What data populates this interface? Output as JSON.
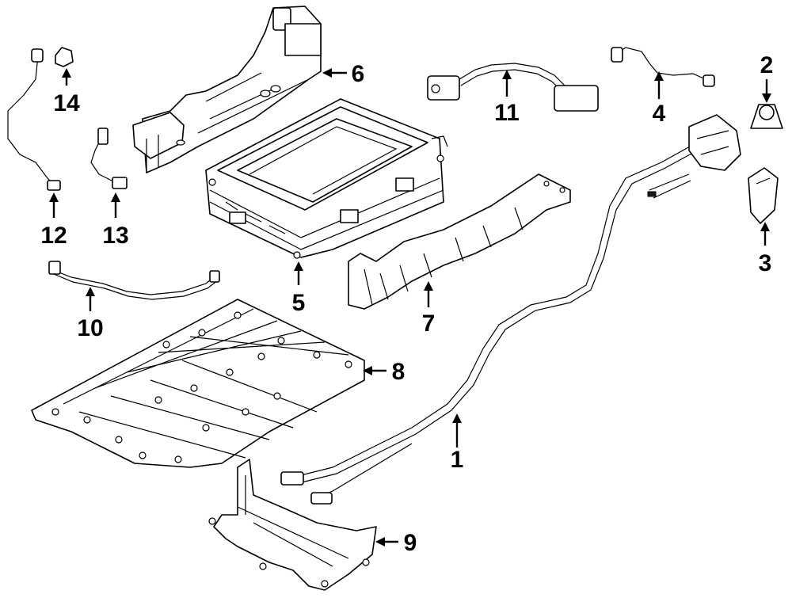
{
  "diagram": {
    "type": "exploded-parts-diagram",
    "callouts": [
      {
        "id": "c1",
        "label": "1"
      },
      {
        "id": "c2",
        "label": "2"
      },
      {
        "id": "c3",
        "label": "3"
      },
      {
        "id": "c4",
        "label": "4"
      },
      {
        "id": "c5",
        "label": "5"
      },
      {
        "id": "c6",
        "label": "6"
      },
      {
        "id": "c7",
        "label": "7"
      },
      {
        "id": "c8",
        "label": "8"
      },
      {
        "id": "c9",
        "label": "9"
      },
      {
        "id": "c10",
        "label": "10"
      },
      {
        "id": "c11",
        "label": "11"
      },
      {
        "id": "c12",
        "label": "12"
      },
      {
        "id": "c13",
        "label": "13"
      },
      {
        "id": "c14",
        "label": "14"
      }
    ]
  },
  "colors": {
    "line": "#000000",
    "background": "#ffffff"
  }
}
